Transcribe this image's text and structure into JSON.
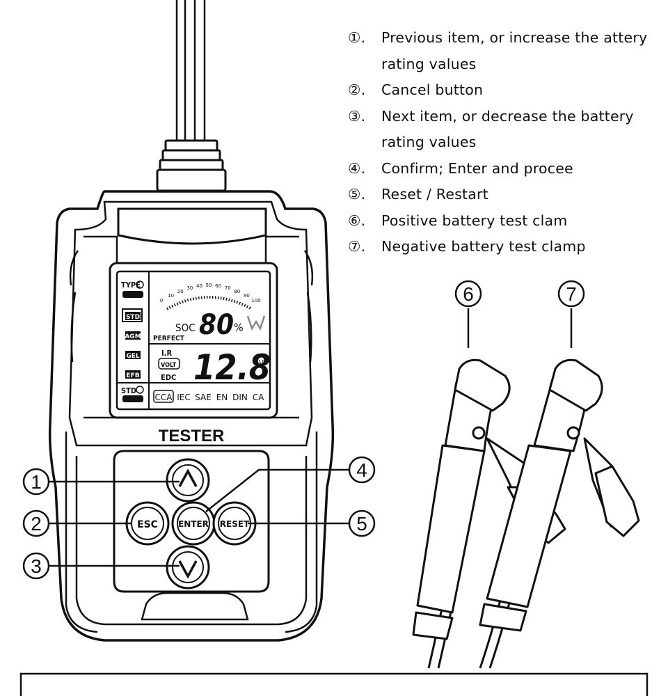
{
  "device": {
    "brand_label": "TESTER",
    "lcd": {
      "type_label": "TYPE",
      "std_label": "STD",
      "battery_types": [
        "STD",
        "AGM",
        "GEL",
        "EFB"
      ],
      "soc_label": "SOC",
      "soc_value": "80",
      "soc_unit": "%",
      "status_label": "PERFECT",
      "ir_label": "I.R",
      "volt_label": "VOLT",
      "edc_label": "EDC",
      "voltage_value": "12.8",
      "voltage_unit": "V",
      "standards": [
        "CCA",
        "IEC",
        "SAE",
        "EN",
        "DIN",
        "CA"
      ],
      "scale_ticks": [
        "0",
        "10",
        "20",
        "30",
        "40",
        "50",
        "60",
        "70",
        "80",
        "90",
        "100"
      ]
    },
    "buttons": {
      "esc": "ESC",
      "enter": "ENTER",
      "reset": "RESET"
    }
  },
  "callouts": [
    "1",
    "2",
    "3",
    "4",
    "5",
    "6",
    "7"
  ],
  "legend": [
    {
      "num": "①.",
      "lines": [
        "Previous item, or increase the attery",
        "rating values"
      ]
    },
    {
      "num": "②.",
      "lines": [
        "Cancel button"
      ]
    },
    {
      "num": "③.",
      "lines": [
        "Next item, or decrease the battery",
        "rating values"
      ]
    },
    {
      "num": "④.",
      "lines": [
        "Confirm; Enter and procee"
      ]
    },
    {
      "num": "⑤.",
      "lines": [
        "Reset / Restart"
      ]
    },
    {
      "num": "⑥.",
      "lines": [
        "Positive battery test clam"
      ]
    },
    {
      "num": "⑦.",
      "lines": [
        "Negative battery test clamp"
      ]
    }
  ]
}
